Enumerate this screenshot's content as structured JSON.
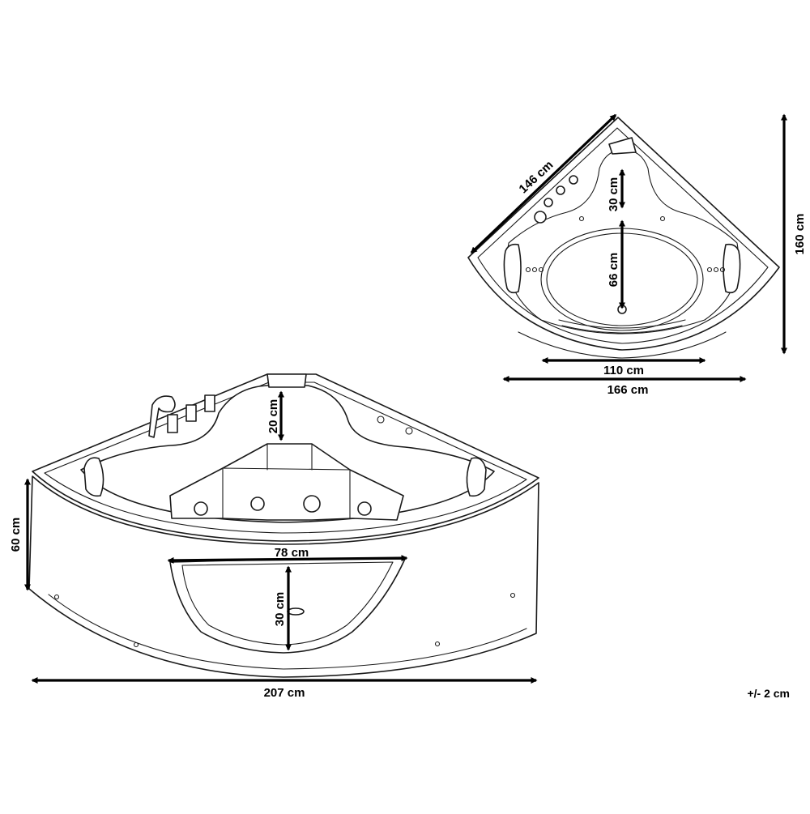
{
  "drawing": {
    "top_view": {
      "diagonal": "146 cm",
      "height": "160 cm",
      "inner_width": "110 cm",
      "outer_width": "166 cm",
      "headrest_depth": "30 cm",
      "basin_depth": "66 cm"
    },
    "front_view": {
      "height": "60 cm",
      "width": "207 cm",
      "window_width": "78 cm",
      "window_height": "30 cm",
      "seat_depth": "20 cm"
    },
    "tolerance": "+/- 2 cm"
  }
}
